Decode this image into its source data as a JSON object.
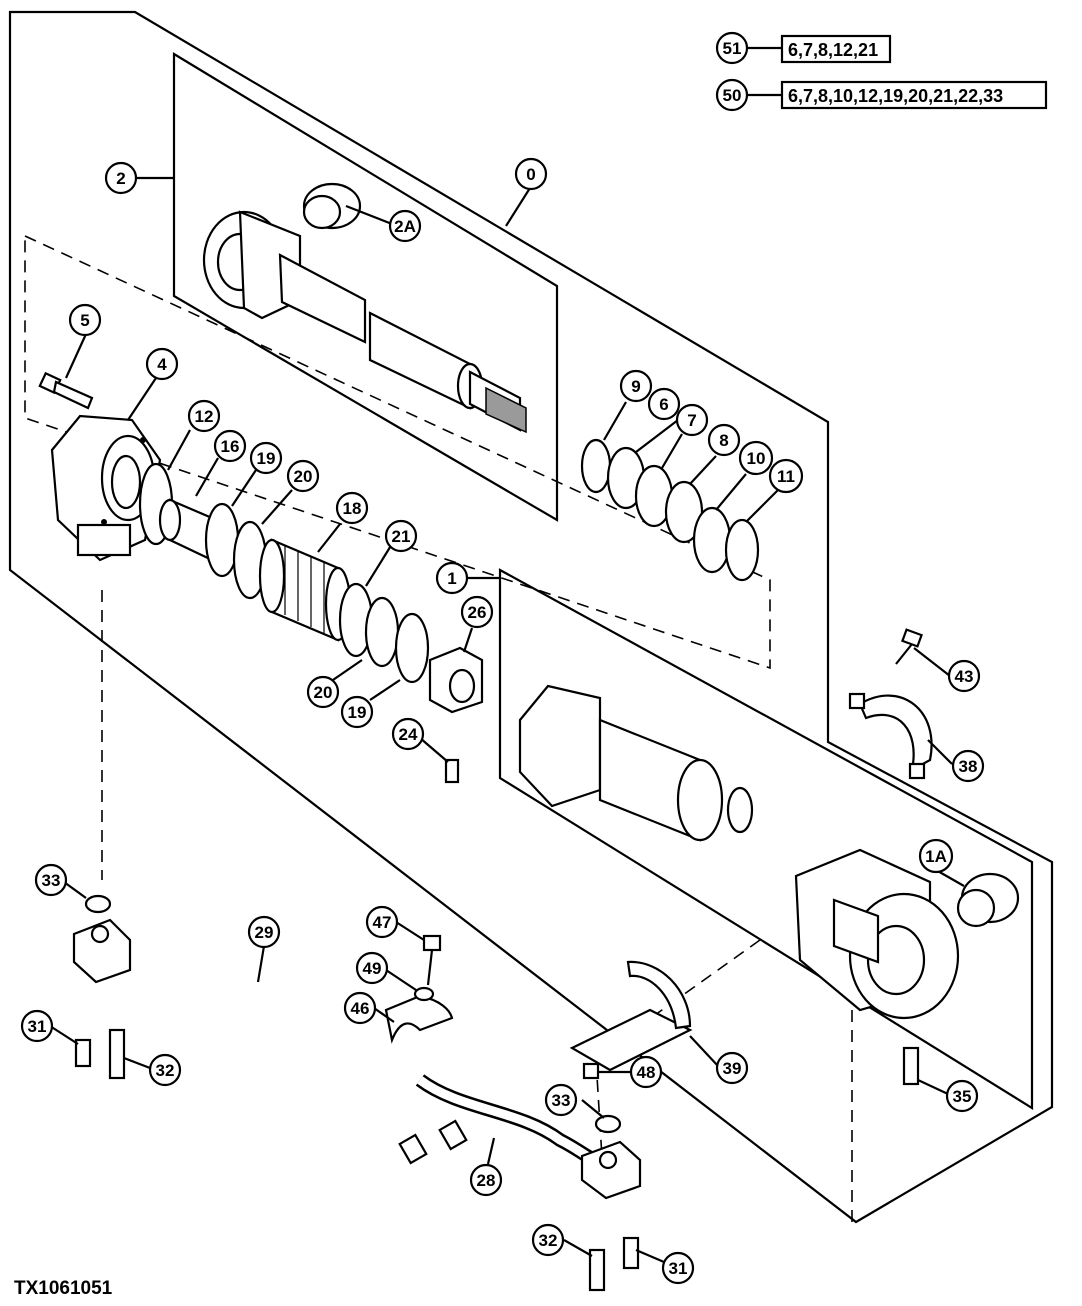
{
  "figure_id": "TX1061051",
  "kits": [
    {
      "id": "51",
      "contents": "6,7,8,12,21"
    },
    {
      "id": "50",
      "contents": "6,7,8,10,12,19,20,21,22,33"
    }
  ],
  "callouts": [
    "0",
    "2",
    "2A",
    "5",
    "4",
    "12",
    "16",
    "19",
    "20",
    "18",
    "21",
    "9",
    "6",
    "7",
    "8",
    "10",
    "11",
    "1",
    "26",
    "20",
    "19",
    "24",
    "43",
    "38",
    "1A",
    "33",
    "29",
    "47",
    "49",
    "46",
    "31",
    "32",
    "48",
    "39",
    "35",
    "33",
    "28",
    "32",
    "31"
  ]
}
